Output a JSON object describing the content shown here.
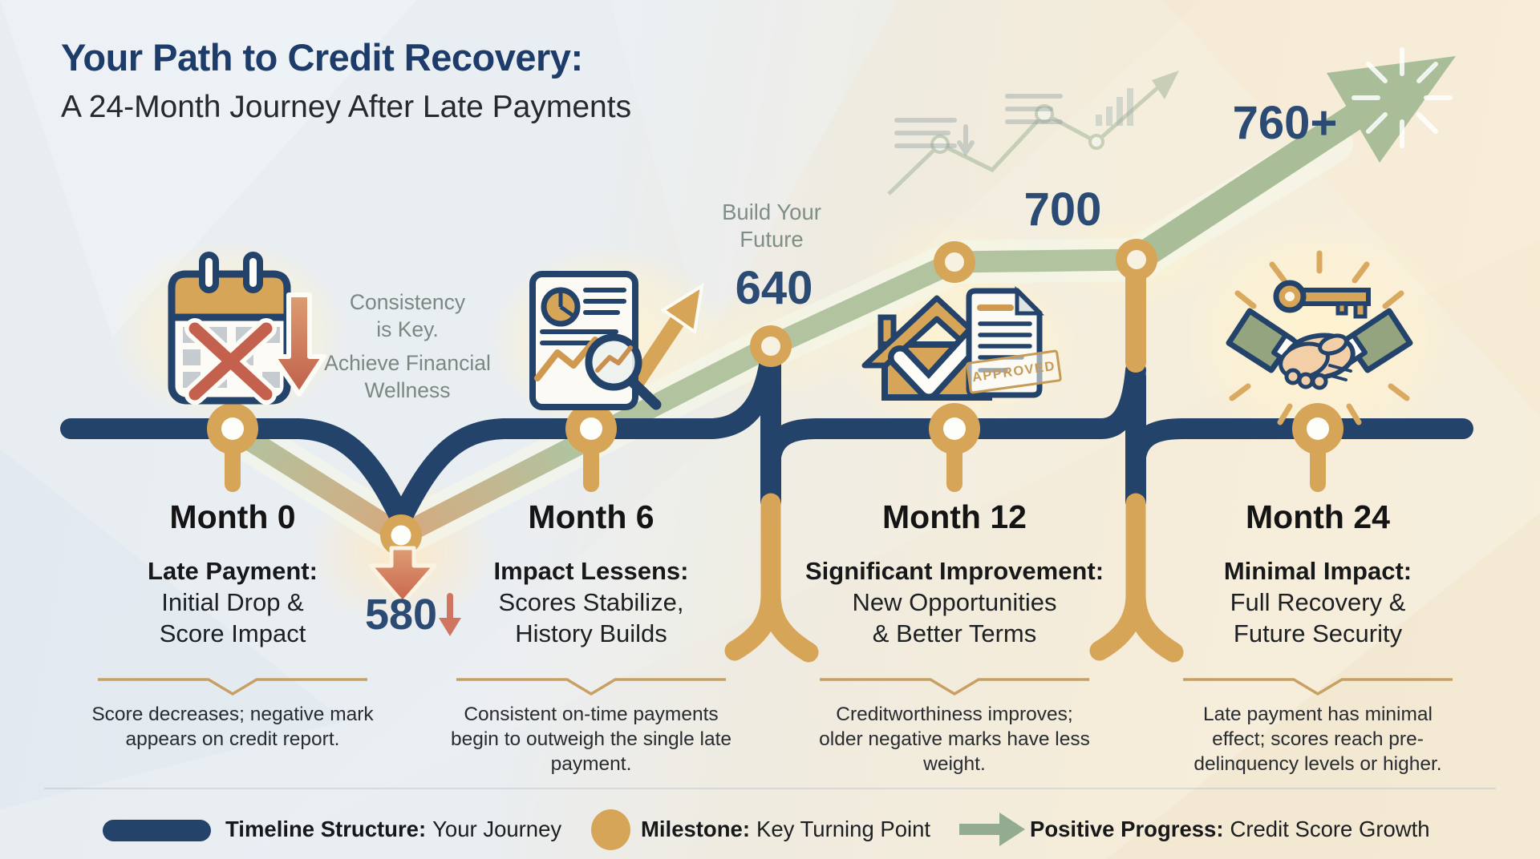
{
  "header": {
    "title": "Your Path to Credit Recovery:",
    "subtitle": "A 24-Month Journey After Late Payments"
  },
  "annotations": {
    "consistency_lines": [
      "Consistency",
      "is Key.",
      "Achieve Financial",
      "Wellness"
    ],
    "build_future_lines": [
      "Build Your",
      "Future"
    ]
  },
  "scores": {
    "dip": "580",
    "month6": "640",
    "month12": "700",
    "month24": "760+"
  },
  "stamp": "APPROVED",
  "milestones": [
    {
      "month": "Month 0",
      "heading": "Late Payment:",
      "line1": "Initial Drop &",
      "line2": "Score Impact",
      "caption": "Score decreases; negative mark appears on credit report."
    },
    {
      "month": "Month 6",
      "heading": "Impact Lessens:",
      "line1": "Scores Stabilize,",
      "line2": "History Builds",
      "caption": "Consistent on-time payments begin to outweigh the single late payment."
    },
    {
      "month": "Month 12",
      "heading": "Significant Improvement:",
      "line1": "New Opportunities",
      "line2": "& Better Terms",
      "caption": "Creditworthiness improves; older negative marks have less weight."
    },
    {
      "month": "Month 24",
      "heading": "Minimal Impact:",
      "line1": "Full Recovery &",
      "line2": "Future Security",
      "caption": "Late payment has minimal effect; scores reach pre-delinquency levels or higher."
    }
  ],
  "legend": {
    "timeline_term": "Timeline Structure:",
    "timeline_desc": "Your Journey",
    "milestone_term": "Milestone:",
    "milestone_desc": "Key Turning Point",
    "progress_term": "Positive Progress:",
    "progress_desc": "Credit Score Growth"
  },
  "colors": {
    "navy": "#24436b",
    "gold": "#d7a557",
    "sage": "#a9bd98",
    "salmon": "#cd6b56",
    "title_navy": "#1e3c69"
  }
}
